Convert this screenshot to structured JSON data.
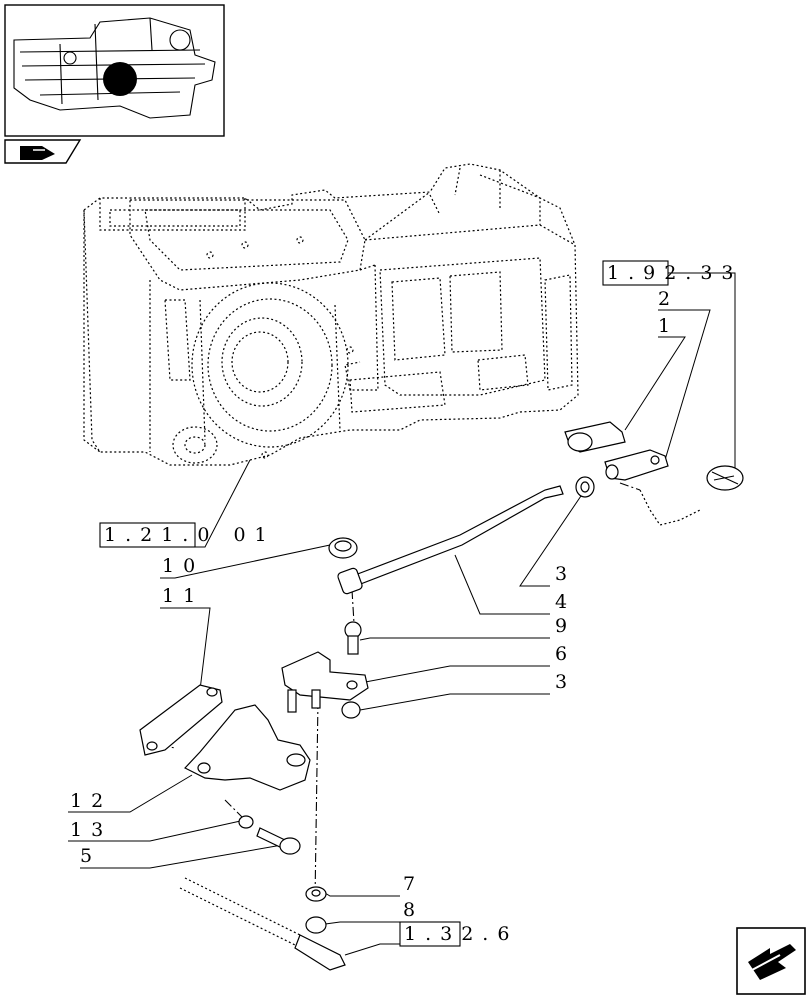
{
  "refs": {
    "r1": "1.92.33",
    "r2": "1.21.0 01",
    "r3": "1.32.6"
  },
  "callouts": {
    "c2": "2",
    "c1": "1",
    "c3a": "3",
    "c4": "4",
    "c10": "10",
    "c11": "11",
    "c9": "9",
    "c6": "6",
    "c3b": "3",
    "c12": "12",
    "c13": "13",
    "c5": "5",
    "c7": "7",
    "c8": "8"
  },
  "icons": {
    "thumbnail": "tractor-section-thumbnail",
    "book": "catalog-book-icon",
    "nav": "next-page-arrow-icon"
  }
}
